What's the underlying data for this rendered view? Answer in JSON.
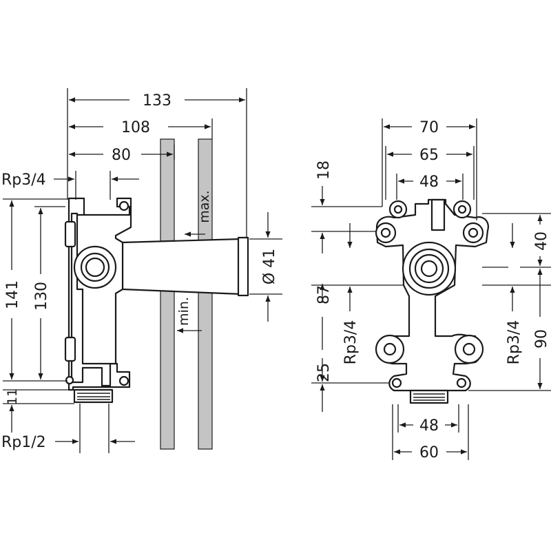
{
  "side_view": {
    "dims": {
      "width_133": "133",
      "width_108": "108",
      "width_80": "80",
      "height_141": "141",
      "height_130": "130",
      "offset_11": "11",
      "diameter": "Ø 41"
    },
    "labels": {
      "thread_top": "Rp3/4",
      "thread_bottom": "Rp1/2",
      "wall_max": "max.",
      "wall_min": "min."
    }
  },
  "front_view": {
    "dims": {
      "width_70": "70",
      "width_65": "65",
      "width_48_top": "48",
      "width_48_bottom": "48",
      "width_60": "60",
      "offset_18": "18",
      "height_87": "87",
      "offset_25": "25",
      "height_40": "40",
      "height_90": "90"
    },
    "labels": {
      "thread_left": "Rp3/4",
      "thread_right": "Rp3/4"
    }
  }
}
